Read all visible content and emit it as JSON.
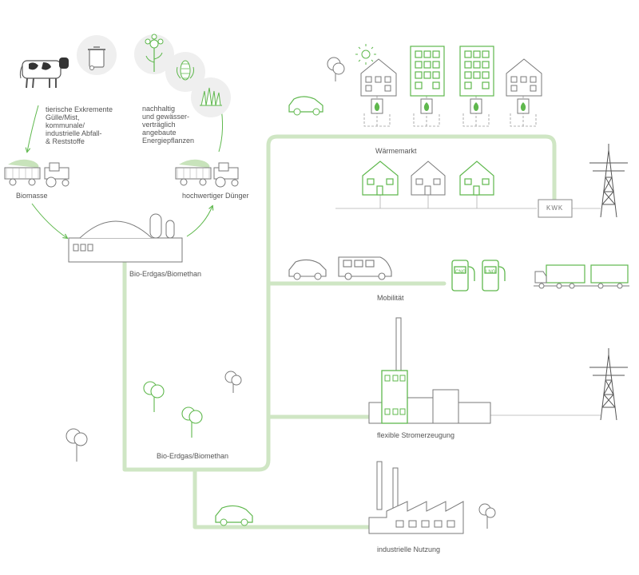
{
  "labels": {
    "source_text": "tierische Exkremente\nGülle/Mist,\nkommunale/\nindustrielle Abfall-\n& Reststoffe",
    "crops_text": "nachhaltig\nund gewässer-\nverträglich\nangebaute\nEnergiepflanzen",
    "biomasse": "Biomasse",
    "duenger": "hochwertiger Dünger",
    "plant": "Bio-Erdgas/Biomethan",
    "network": "Bio-Erdgas/Biomethan",
    "waermemarkt": "Wärmemarkt",
    "kwk": "KWK",
    "mobilitaet": "Mobilität",
    "cng": "CNG",
    "lng": "LNG",
    "strom": "flexible Stromerzeugung",
    "industrie": "industrielle Nutzung"
  },
  "colors": {
    "pipeline": "#cfe6c4",
    "accent": "#5fb84d",
    "outline": "#8a8a8a",
    "text": "#555555"
  },
  "icons": [
    "cow-icon",
    "bin-icon",
    "flower-icon",
    "corn-icon",
    "grass-icon",
    "trailer-icon",
    "tractor-icon",
    "biogas-plant-icon",
    "house-icon",
    "apartment-icon",
    "flame-icon",
    "sun-icon",
    "car-icon",
    "van-icon",
    "truck-icon",
    "fuel-pump-icon",
    "power-pylon-icon",
    "power-plant-icon",
    "factory-icon",
    "tree-icon"
  ]
}
